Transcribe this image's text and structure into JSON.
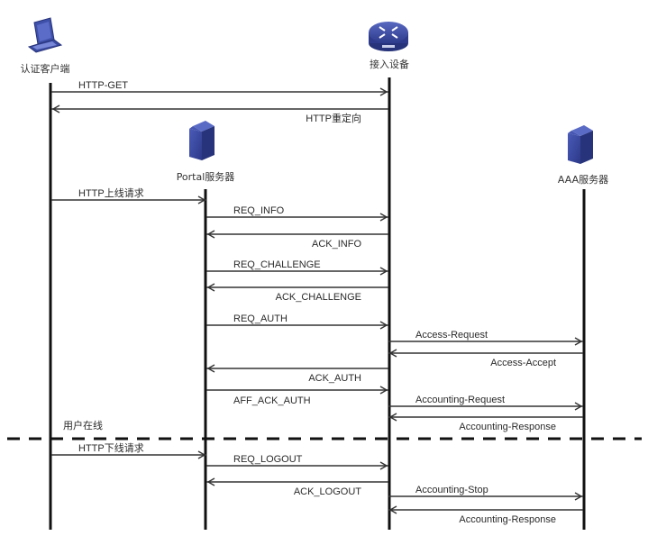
{
  "diagram": {
    "title": "Portal authentication sequence",
    "actors": [
      {
        "id": "client",
        "label": "认证客户端",
        "icon": "laptop-icon"
      },
      {
        "id": "device",
        "label": "接入设备",
        "icon": "router-icon"
      },
      {
        "id": "portal",
        "label": "Portal服务器",
        "icon": "server-icon"
      },
      {
        "id": "aaa",
        "label": "AAA服务器",
        "icon": "server-icon"
      }
    ],
    "messages": [
      {
        "from": "client",
        "to": "device",
        "label": "HTTP-GET",
        "label_side": "left"
      },
      {
        "from": "device",
        "to": "client",
        "label": "HTTP重定向",
        "label_side": "right"
      },
      {
        "from": "client",
        "to": "portal",
        "label": "HTTP上线请求",
        "label_side": "left"
      },
      {
        "from": "portal",
        "to": "device",
        "label": "REQ_INFO",
        "label_side": "left"
      },
      {
        "from": "device",
        "to": "portal",
        "label": "ACK_INFO",
        "label_side": "right"
      },
      {
        "from": "portal",
        "to": "device",
        "label": "REQ_CHALLENGE",
        "label_side": "left"
      },
      {
        "from": "device",
        "to": "portal",
        "label": "ACK_CHALLENGE",
        "label_side": "right"
      },
      {
        "from": "portal",
        "to": "device",
        "label": "REQ_AUTH",
        "label_side": "left"
      },
      {
        "from": "device",
        "to": "aaa",
        "label": "Access-Request",
        "label_side": "left"
      },
      {
        "from": "aaa",
        "to": "device",
        "label": "Access-Accept",
        "label_side": "right"
      },
      {
        "from": "device",
        "to": "portal",
        "label": "ACK_AUTH",
        "label_side": "right"
      },
      {
        "from": "portal",
        "to": "device",
        "label": "AFF_ACK_AUTH",
        "label_side": "below"
      },
      {
        "from": "device",
        "to": "aaa",
        "label": "Accounting-Request",
        "label_side": "left"
      },
      {
        "from": "aaa",
        "to": "device",
        "label": "Accounting-Response",
        "label_side": "right"
      },
      {
        "from": "client",
        "to": "portal",
        "label": "HTTP下线请求",
        "label_side": "left"
      },
      {
        "from": "portal",
        "to": "device",
        "label": "REQ_LOGOUT",
        "label_side": "left"
      },
      {
        "from": "device",
        "to": "portal",
        "label": "ACK_LOGOUT",
        "label_side": "right"
      },
      {
        "from": "device",
        "to": "aaa",
        "label": "Accounting-Stop",
        "label_side": "left"
      },
      {
        "from": "aaa",
        "to": "device",
        "label": "Accounting-Response",
        "label_side": "right"
      }
    ],
    "divider": {
      "label": "用户在线"
    },
    "colors": {
      "icon_blue": "#3a4aa0",
      "icon_dark": "#27337a",
      "line": "#111111",
      "arrow": "#444444"
    }
  }
}
